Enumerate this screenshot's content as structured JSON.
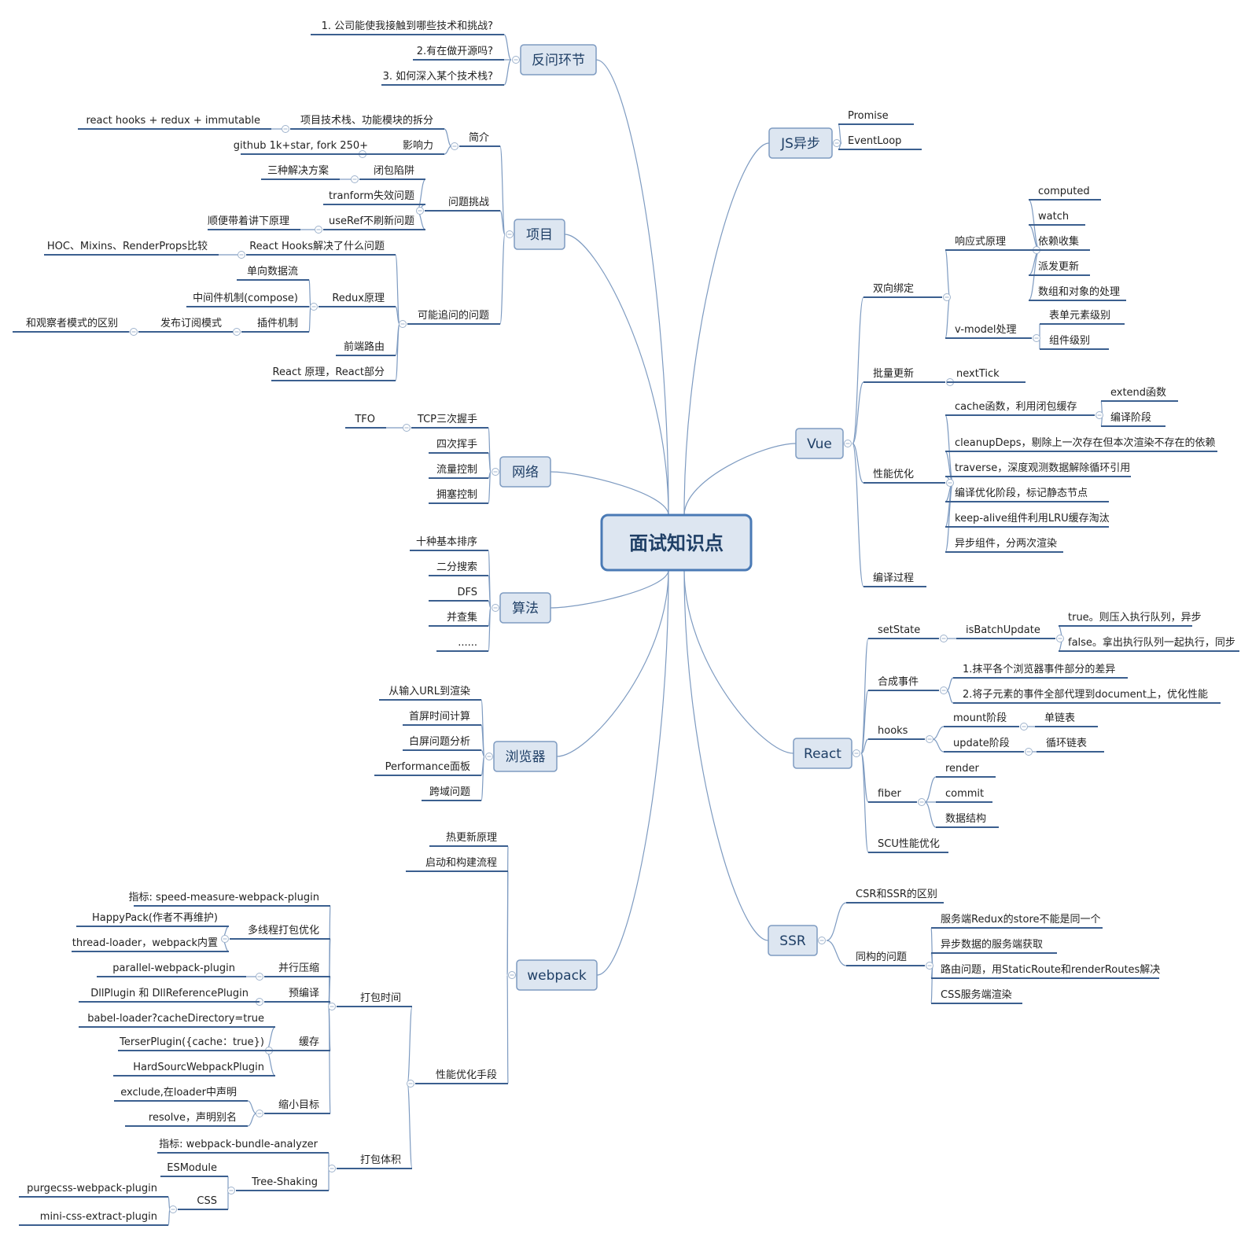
{
  "root": "面试知识点",
  "branches": [
    {
      "id": "fanwen",
      "label": "反问环节",
      "children": [
        {
          "label": "1. 公司能使我接触到哪些技术和挑战?"
        },
        {
          "label": "2.有在做开源吗?"
        },
        {
          "label": "3. 如何深入某个技术栈?"
        }
      ]
    },
    {
      "id": "xiangmu",
      "label": "项目",
      "children": [
        {
          "label": "简介",
          "children": [
            {
              "label": "项目技术栈、功能模块的拆分",
              "children": [
                {
                  "label": "react hooks + redux + immutable"
                }
              ]
            },
            {
              "label": "影响力",
              "children": [
                {
                  "label": "github 1k+star, fork 250+"
                }
              ]
            }
          ]
        },
        {
          "label": "问题挑战",
          "children": [
            {
              "label": "闭包陷阱",
              "children": [
                {
                  "label": "三种解决方案"
                }
              ]
            },
            {
              "label": "tranform失效问题"
            },
            {
              "label": "useRef不刷新问题",
              "children": [
                {
                  "label": "顺便带着讲下原理"
                }
              ]
            }
          ]
        },
        {
          "label": "可能追问的问题",
          "children": [
            {
              "label": "React Hooks解决了什么问题",
              "children": [
                {
                  "label": "HOC、Mixins、RenderProps比较"
                }
              ]
            },
            {
              "label": "Redux原理",
              "children": [
                {
                  "label": "单向数据流"
                },
                {
                  "label": "中间件机制(compose)"
                },
                {
                  "label": "插件机制",
                  "children": [
                    {
                      "label": "发布订阅模式",
                      "children": [
                        {
                          "label": "和观察者模式的区别"
                        }
                      ]
                    }
                  ]
                }
              ]
            },
            {
              "label": "前端路由"
            },
            {
              "label": "React 原理，React部分"
            }
          ]
        }
      ]
    },
    {
      "id": "wangluo",
      "label": "网络",
      "children": [
        {
          "label": "TCP三次握手",
          "children": [
            {
              "label": "TFO"
            }
          ]
        },
        {
          "label": "四次挥手"
        },
        {
          "label": "流量控制"
        },
        {
          "label": "拥塞控制"
        }
      ]
    },
    {
      "id": "suanfa",
      "label": "算法",
      "children": [
        {
          "label": "十种基本排序"
        },
        {
          "label": "二分搜索"
        },
        {
          "label": "DFS"
        },
        {
          "label": "并查集"
        },
        {
          "label": "......"
        }
      ]
    },
    {
      "id": "liulanqi",
      "label": "浏览器",
      "children": [
        {
          "label": "从输入URL到渲染"
        },
        {
          "label": "首屏时间计算"
        },
        {
          "label": "白屏问题分析"
        },
        {
          "label": "Performance面板"
        },
        {
          "label": "跨域问题"
        }
      ]
    },
    {
      "id": "webpack",
      "label": "webpack",
      "children": [
        {
          "label": "热更新原理"
        },
        {
          "label": "启动和构建流程"
        },
        {
          "label": "性能优化手段",
          "children": [
            {
              "label": "打包时间",
              "children": [
                {
                  "label": "指标: speed-measure-webpack-plugin"
                },
                {
                  "label": "多线程打包优化",
                  "children": [
                    {
                      "label": "HappyPack(作者不再维护)"
                    },
                    {
                      "label": "thread-loader，webpack内置"
                    }
                  ]
                },
                {
                  "label": "并行压缩",
                  "children": [
                    {
                      "label": "parallel-webpack-plugin"
                    }
                  ]
                },
                {
                  "label": "预编译",
                  "children": [
                    {
                      "label": "DllPlugin 和 DllReferencePlugin"
                    }
                  ]
                },
                {
                  "label": "缓存",
                  "children": [
                    {
                      "label": "babel-loader?cacheDirectory=true"
                    },
                    {
                      "label": "TerserPlugin({cache：true})"
                    },
                    {
                      "label": "HardSourcWebpackPlugin"
                    }
                  ]
                },
                {
                  "label": "缩小目标",
                  "children": [
                    {
                      "label": "exclude,在loader中声明"
                    },
                    {
                      "label": "resolve，声明别名"
                    }
                  ]
                }
              ]
            },
            {
              "label": "打包体积",
              "children": [
                {
                  "label": "指标: webpack-bundle-analyzer"
                },
                {
                  "label": "Tree-Shaking",
                  "children": [
                    {
                      "label": "ESModule"
                    },
                    {
                      "label": "CSS",
                      "children": [
                        {
                          "label": "purgecss-webpack-plugin"
                        },
                        {
                          "label": "mini-css-extract-plugin"
                        }
                      ]
                    }
                  ]
                }
              ]
            }
          ]
        }
      ]
    },
    {
      "id": "jsasync",
      "label": "JS异步",
      "children": [
        {
          "label": "Promise"
        },
        {
          "label": "EventLoop"
        }
      ]
    },
    {
      "id": "vue",
      "label": "Vue",
      "children": [
        {
          "label": "双向绑定",
          "children": [
            {
              "label": "响应式原理",
              "children": [
                {
                  "label": "computed"
                },
                {
                  "label": "watch"
                },
                {
                  "label": "依赖收集"
                },
                {
                  "label": "派发更新"
                },
                {
                  "label": "数组和对象的处理"
                }
              ]
            },
            {
              "label": "v-model处理",
              "children": [
                {
                  "label": "表单元素级别"
                },
                {
                  "label": "组件级别"
                }
              ]
            }
          ]
        },
        {
          "label": "批量更新",
          "children": [
            {
              "label": "nextTick"
            }
          ]
        },
        {
          "label": "性能优化",
          "children": [
            {
              "label": "cache函数，利用闭包缓存",
              "children": [
                {
                  "label": "extend函数"
                },
                {
                  "label": "编译阶段"
                }
              ]
            },
            {
              "label": "cleanupDeps，剔除上一次存在但本次渲染不存在的依赖"
            },
            {
              "label": "traverse，深度观测数据解除循环引用"
            },
            {
              "label": "编译优化阶段，标记静态节点"
            },
            {
              "label": "keep-alive组件利用LRU缓存淘汰"
            },
            {
              "label": "异步组件，分两次渲染"
            }
          ]
        },
        {
          "label": "编译过程"
        }
      ]
    },
    {
      "id": "react",
      "label": "React",
      "children": [
        {
          "label": "setState",
          "children": [
            {
              "label": "isBatchUpdate",
              "children": [
                {
                  "label": "true。则压入执行队列，异步"
                },
                {
                  "label": "false。拿出执行队列一起执行，同步"
                }
              ]
            }
          ]
        },
        {
          "label": "合成事件",
          "children": [
            {
              "label": "1.抹平各个浏览器事件部分的差异"
            },
            {
              "label": "2.将子元素的事件全部代理到document上，优化性能"
            }
          ]
        },
        {
          "label": "hooks",
          "children": [
            {
              "label": "mount阶段",
              "children": [
                {
                  "label": "单链表"
                }
              ]
            },
            {
              "label": "update阶段",
              "children": [
                {
                  "label": "循环链表"
                }
              ]
            }
          ]
        },
        {
          "label": "fiber",
          "children": [
            {
              "label": "render"
            },
            {
              "label": "commit"
            },
            {
              "label": "数据结构"
            }
          ]
        },
        {
          "label": "SCU性能优化"
        }
      ]
    },
    {
      "id": "ssr",
      "label": "SSR",
      "children": [
        {
          "label": "CSR和SSR的区别"
        },
        {
          "label": "同构的问题",
          "children": [
            {
              "label": "服务端Redux的store不能是同一个"
            },
            {
              "label": "异步数据的服务端获取"
            },
            {
              "label": "路由问题，用StaticRoute和renderRoutes解决"
            },
            {
              "label": "CSS服务端渲染"
            }
          ]
        }
      ]
    }
  ]
}
